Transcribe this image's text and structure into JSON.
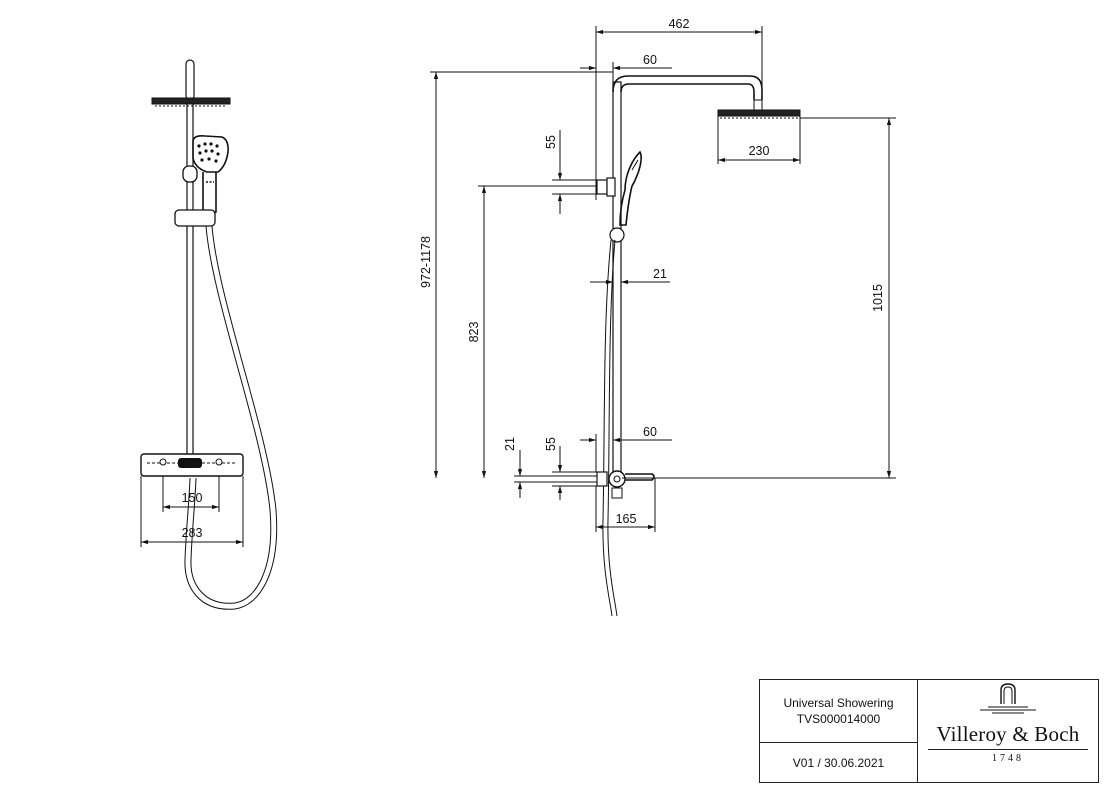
{
  "dimensions": {
    "front_width_outer": "283",
    "front_width_inner": "150",
    "side_top_offset": "462",
    "side_top_60": "60",
    "side_bracket_55": "55",
    "side_bar_21": "21",
    "side_total_height": "972-1178",
    "side_lower_height": "823",
    "side_head_height": "1015",
    "side_head_width": "230",
    "side_bottom_21": "21",
    "side_bottom_55": "55",
    "side_bottom_60": "60",
    "side_spout_165": "165"
  },
  "title_block": {
    "product_name": "Universal Showering",
    "product_code": "TVS000014000",
    "version": "V01 / 30.06.2021",
    "brand": "Villeroy & Boch",
    "brand_year": "1748"
  }
}
